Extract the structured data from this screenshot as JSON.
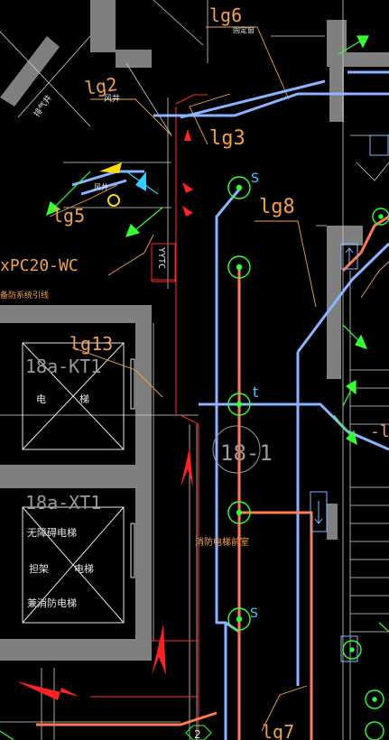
{
  "drawing": {
    "colors": {
      "background": "#000000",
      "wall": "#7f7f7f",
      "pipe_blue": "#8ab4ff",
      "pipe_orange": "#ff7a50",
      "leader": "#f2a04a",
      "green": "#33ff33",
      "red": "#ff2222",
      "text_white": "#e6e6e6",
      "cyan": "#33ccff",
      "yellow": "#ffdd00",
      "gray_text": "#9a9a9a"
    },
    "labels": {
      "lg6": "lg6",
      "lg2": "lg2",
      "lg3": "lg3",
      "lg5": "lg5",
      "lg8": "lg8",
      "lg13": "lg13",
      "lg7": "lg7",
      "lg_side": "-lg",
      "pipe_spec": "xPC20-WC",
      "yytc": "YYTC",
      "elevator1_tag": "18a-KT1",
      "elevator2_tag": "18a-XT1",
      "elev1_char1": "电",
      "elev1_char2": "梯",
      "elev2_line1": "无障碍电梯",
      "elev2_left": "担架",
      "elev2_right": "电梯",
      "elev2_line3": "兼消防电梯",
      "room_number": "18-1",
      "fire_lobby": "消防电梯前室",
      "shaft": "风井",
      "shaft_small": "风井",
      "vent_note": "排气井",
      "fixed_note": "固定窗",
      "evac_note": "备防系统引线",
      "s_top": "S",
      "s_bottom": "S",
      "t_mark": "t",
      "axis_2": "2"
    }
  }
}
